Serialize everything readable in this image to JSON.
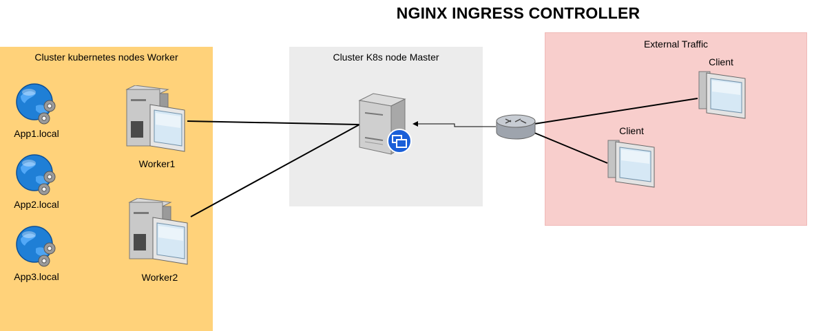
{
  "diagram": {
    "title": "NGINX INGRESS CONTROLLER",
    "zones": {
      "workers": "Cluster kubernetes nodes Worker",
      "master": "Cluster K8s node Master",
      "external": "External Traffic"
    },
    "apps": [
      "App1.local",
      "App2.local",
      "App3.local"
    ],
    "workers": [
      "Worker1",
      "Worker2"
    ],
    "clients": [
      "Client",
      "Client"
    ],
    "colors": {
      "workers_zone": "#ffd27a",
      "master_zone": "#ececec",
      "external_zone": "#f8cecc",
      "globe": "#1f7fd6",
      "badge": "#1a5fd8"
    }
  }
}
